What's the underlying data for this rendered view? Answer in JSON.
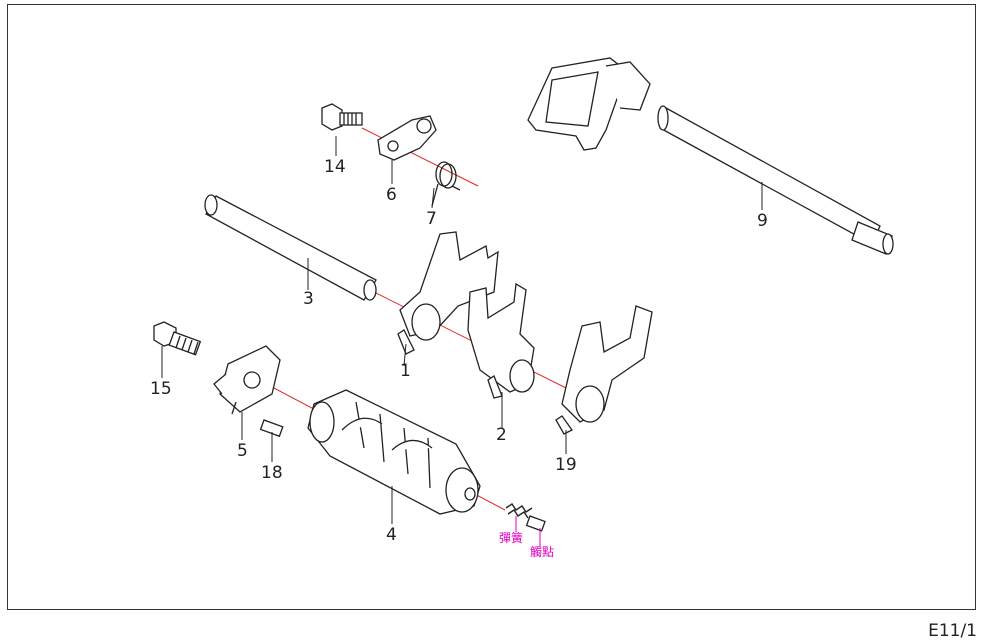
{
  "parts": [
    {
      "id": "p1",
      "number": "1"
    },
    {
      "id": "p2",
      "number": "2"
    },
    {
      "id": "p3",
      "number": "3"
    },
    {
      "id": "p4",
      "number": "4"
    },
    {
      "id": "p5",
      "number": "5"
    },
    {
      "id": "p6",
      "number": "6"
    },
    {
      "id": "p7",
      "number": "7"
    },
    {
      "id": "p9",
      "number": "9"
    },
    {
      "id": "p14",
      "number": "14"
    },
    {
      "id": "p15",
      "number": "15"
    },
    {
      "id": "p18",
      "number": "18"
    },
    {
      "id": "p19",
      "number": "19"
    }
  ],
  "callouts": {
    "spring": "彈簧",
    "detent": "觸點"
  },
  "colors": {
    "line": "#222222",
    "axis": "#e02020",
    "callout": "#e000c0"
  },
  "page_code": "E11/1"
}
